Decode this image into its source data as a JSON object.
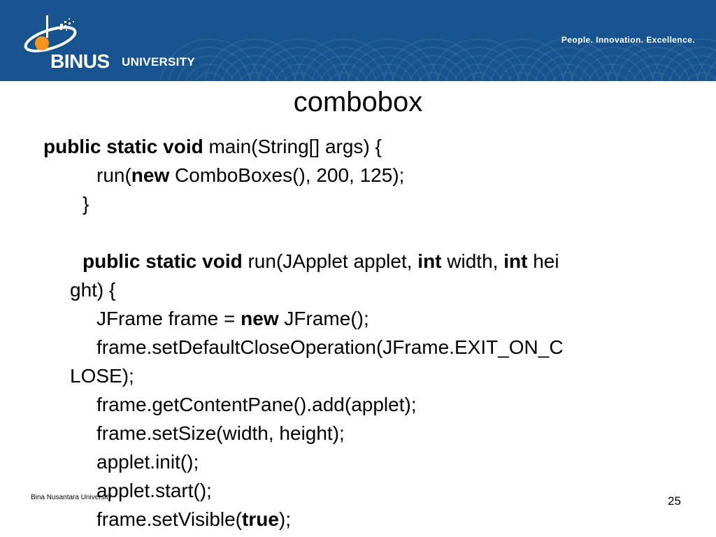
{
  "header": {
    "brand": "BINUS",
    "brand_unit": "UNIVERSITY",
    "tagline": "People. Innovation. Excellence."
  },
  "slide": {
    "title": "combobox"
  },
  "code": {
    "lines": [
      [
        {
          "t": "public static void",
          "b": true
        },
        {
          "t": " main(String[] args) {"
        }
      ],
      [
        {
          "t": "run("
        },
        {
          "t": "new",
          "b": true
        },
        {
          "t": " ComboBoxes(), 200, 125);"
        }
      ],
      [
        {
          "t": "}"
        }
      ],
      [
        {
          "t": "public static void",
          "b": true
        },
        {
          "t": " run(JApplet applet, "
        },
        {
          "t": "int",
          "b": true
        },
        {
          "t": " width, "
        },
        {
          "t": "int",
          "b": true
        },
        {
          "t": " hei"
        }
      ],
      [
        {
          "t": "ght) {"
        }
      ],
      [
        {
          "t": "JFrame frame = "
        },
        {
          "t": "new",
          "b": true
        },
        {
          "t": " JFrame();"
        }
      ],
      [
        {
          "t": "frame.setDefaultCloseOperation(JFrame.EXIT_ON_C"
        }
      ],
      [
        {
          "t": "LOSE);"
        }
      ],
      [
        {
          "t": "frame.getContentPane().add(applet);"
        }
      ],
      [
        {
          "t": "frame.setSize(width, height);"
        }
      ],
      [
        {
          "t": "applet.init();"
        }
      ],
      [
        {
          "t": "applet.start();"
        }
      ],
      [
        {
          "t": "frame.setVisible("
        },
        {
          "t": "true",
          "b": true
        },
        {
          "t": ");"
        }
      ]
    ]
  },
  "footer": {
    "org": "Bina Nusantara University",
    "page_number": "25"
  },
  "colors": {
    "header_bg": "#17548f",
    "logo_orange": "#f7941d",
    "text": "#000000"
  }
}
